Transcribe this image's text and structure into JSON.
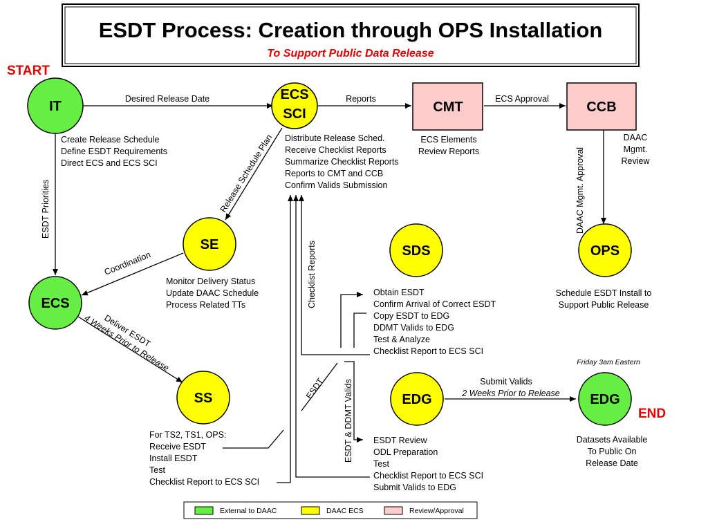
{
  "title": "ESDT Process: Creation through OPS Installation",
  "subtitle": "To Support Public Data Release",
  "start_label": "START",
  "end_label": "END",
  "colors": {
    "external": "#66ee44",
    "daac": "#ffff00",
    "review": "#ffcccc"
  },
  "nodes": {
    "it": "IT",
    "ecs_sci_1": "ECS",
    "ecs_sci_2": "SCI",
    "cmt": "CMT",
    "ccb": "CCB",
    "se": "SE",
    "sds": "SDS",
    "ops": "OPS",
    "ecs": "ECS",
    "ss": "SS",
    "edg_daac": "EDG",
    "edg_ext": "EDG"
  },
  "edges": {
    "desired_release_date": "Desired Release Date",
    "reports": "Reports",
    "ecs_approval": "ECS Approval",
    "daac_mgmt_approval": "DAAC Mgmt. Approval",
    "esdt_priorities": "ESDT Priorities",
    "release_schedule_plan": "Release Schedule Plan",
    "coordination": "Coordination",
    "deliver_esdt": "Deliver ESDT",
    "four_weeks": "4 Weeks Prior to Release",
    "checklist_reports": "Checklist Reports",
    "esdt": "ESDT",
    "esdt_ddmt_valids": "ESDT & DDMT Valids",
    "submit_valids": "Submit Valids",
    "two_weeks": "2 Weeks Prior to Release",
    "friday": "Friday 3am Eastern"
  },
  "notes": {
    "it": [
      "Create Release Schedule",
      "Define ESDT Requirements",
      "Direct ECS and ECS SCI"
    ],
    "ecs_sci": [
      "Distribute Release Sched.",
      "Receive Checklist Reports",
      "Summarize Checklist Reports",
      "Reports to CMT and CCB",
      "Confirm Valids Submission"
    ],
    "cmt": [
      "ECS Elements",
      "Review Reports"
    ],
    "ccb": [
      "DAAC",
      "Mgmt.",
      "Review"
    ],
    "se": [
      "Monitor Delivery Status",
      "Update DAAC Schedule",
      "Process Related TTs"
    ],
    "sds": [
      "Obtain ESDT",
      "Confirm Arrival of Correct ESDT",
      "Copy ESDT to EDG",
      "DDMT Valids to EDG",
      "Test & Analyze",
      "Checklist Report to ECS SCI"
    ],
    "ops": [
      "Schedule ESDT Install to",
      "Support Public Release"
    ],
    "ss": [
      "For TS2, TS1, OPS:",
      "Receive ESDT",
      "Install ESDT",
      "Test",
      "Checklist Report to ECS SCI"
    ],
    "edg_daac": [
      "ESDT Review",
      "ODL Preparation",
      "Test",
      "Checklist Report to ECS SCI",
      "Submit Valids to EDG"
    ],
    "edg_ext": [
      "Datasets Available",
      "To Public  On",
      "Release Date"
    ]
  },
  "legend": [
    {
      "label": "External to DAAC",
      "color": "#66ee44"
    },
    {
      "label": "DAAC ECS",
      "color": "#ffff00"
    },
    {
      "label": "Review/Approval",
      "color": "#ffcccc"
    }
  ]
}
